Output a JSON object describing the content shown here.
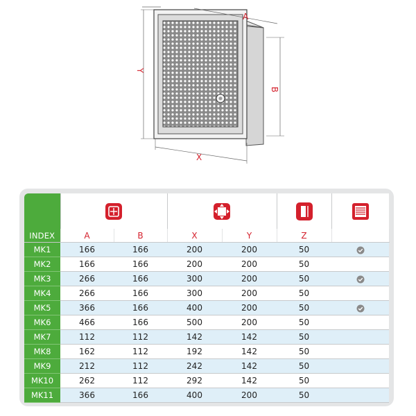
{
  "diagram": {
    "label_a": "A",
    "label_b": "B",
    "label_x": "X",
    "label_y": "Y"
  },
  "colors": {
    "accent_red": "#d4202c",
    "accent_green": "#4dab3c",
    "row_blue": "#dfeff8"
  },
  "table": {
    "header_icons": [
      "inner-dimension-icon",
      "outer-dimension-icon",
      "depth-icon",
      "louver-grille-icon"
    ],
    "columns": [
      "INDEX",
      "A",
      "B",
      "X",
      "Y",
      "Z",
      ""
    ],
    "rows": [
      {
        "index": "MK1",
        "a": "166",
        "b": "166",
        "x": "200",
        "y": "200",
        "z": "50",
        "check": true
      },
      {
        "index": "MK2",
        "a": "166",
        "b": "166",
        "x": "200",
        "y": "200",
        "z": "50",
        "check": false
      },
      {
        "index": "MK3",
        "a": "266",
        "b": "166",
        "x": "300",
        "y": "200",
        "z": "50",
        "check": true
      },
      {
        "index": "MK4",
        "a": "266",
        "b": "166",
        "x": "300",
        "y": "200",
        "z": "50",
        "check": false
      },
      {
        "index": "MK5",
        "a": "366",
        "b": "166",
        "x": "400",
        "y": "200",
        "z": "50",
        "check": true
      },
      {
        "index": "MK6",
        "a": "466",
        "b": "166",
        "x": "500",
        "y": "200",
        "z": "50",
        "check": false
      },
      {
        "index": "MK7",
        "a": "112",
        "b": "112",
        "x": "142",
        "y": "142",
        "z": "50",
        "check": false
      },
      {
        "index": "MK8",
        "a": "162",
        "b": "112",
        "x": "192",
        "y": "142",
        "z": "50",
        "check": false
      },
      {
        "index": "MK9",
        "a": "212",
        "b": "112",
        "x": "242",
        "y": "142",
        "z": "50",
        "check": false
      },
      {
        "index": "MK10",
        "a": "262",
        "b": "112",
        "x": "292",
        "y": "142",
        "z": "50",
        "check": false
      },
      {
        "index": "MK11",
        "a": "366",
        "b": "166",
        "x": "400",
        "y": "200",
        "z": "50",
        "check": false
      }
    ]
  }
}
